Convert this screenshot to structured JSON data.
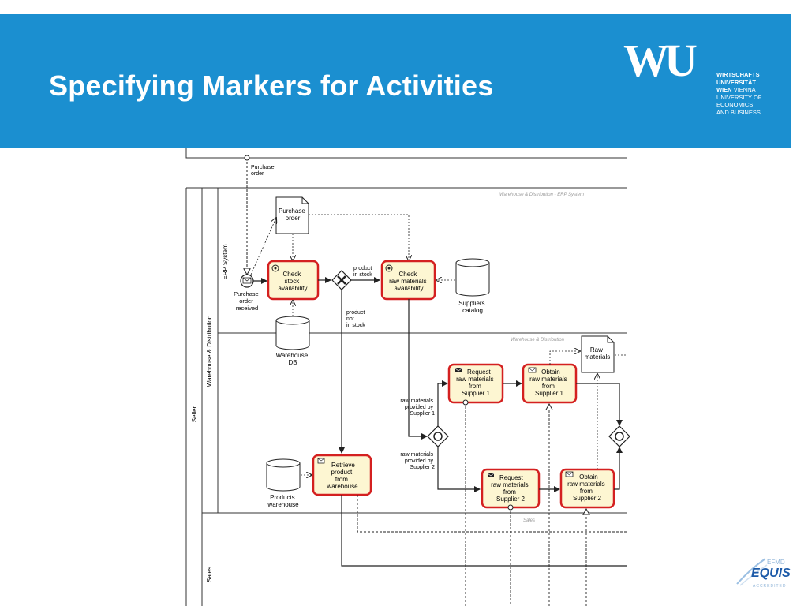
{
  "slide": {
    "title": "Specifying Markers for Activities"
  },
  "logo": {
    "mark": "WU",
    "line1": "WIRTSCHAFTS",
    "line2": "UNIVERSITÄT",
    "line3a": "WIEN",
    "line3b": "VIENNA",
    "line4": "UNIVERSITY OF",
    "line5": "ECONOMICS",
    "line6": "AND BUSINESS"
  },
  "accreditation": {
    "efmd": "EFMD",
    "equis": "EQUIS",
    "accredited": "ACCREDITED"
  },
  "colors": {
    "header_bg": "#1b8fd0",
    "task_fill": "#fdf6d2",
    "task_border": "#d42020",
    "line": "#222222"
  },
  "diagram": {
    "message_flow_label": [
      "Purchase",
      "order"
    ],
    "pool": "Seller",
    "lane_wd": "Warehouse & Distribution",
    "lane_sales": "Sales",
    "sublane_erp": "ERP System",
    "sublane_erp_caption": "Warehouse & Distribution - ERP System",
    "sublane_wd_caption": "Warehouse & Distribution",
    "sublane_sales_caption": "Sales",
    "start_event": [
      "Purchase",
      "order",
      "received"
    ],
    "doc_purchase_order": [
      "Purchase",
      "order"
    ],
    "doc_raw_materials": [
      "Raw",
      "materials"
    ],
    "task_check_stock": [
      "Check",
      "stock",
      "availability"
    ],
    "task_check_raw": [
      "Check",
      "raw materials",
      "availability"
    ],
    "task_retrieve": [
      "Retrieve",
      "product",
      "from",
      "warehouse"
    ],
    "task_request_s1": [
      "Request",
      "raw materials",
      "from",
      "Supplier 1"
    ],
    "task_obtain_s1": [
      "Obtain",
      "raw materials",
      "from",
      "Supplier 1"
    ],
    "task_request_s2": [
      "Request",
      "raw materials",
      "from",
      "Supplier 2"
    ],
    "task_obtain_s2": [
      "Obtain",
      "raw materials",
      "from",
      "Supplier 2"
    ],
    "db_suppliers": [
      "Suppliers",
      "catalog"
    ],
    "db_warehouse": [
      "Warehouse",
      "DB"
    ],
    "db_products": [
      "Products",
      "warehouse"
    ],
    "cond_in_stock": [
      "product",
      "in stock"
    ],
    "cond_not_in_stock": [
      "product",
      "not",
      "in stock"
    ],
    "cond_s1": [
      "raw materials",
      "provided by",
      "Supplier 1"
    ],
    "cond_s2": [
      "raw materials",
      "provided by",
      "Supplier 2"
    ]
  }
}
